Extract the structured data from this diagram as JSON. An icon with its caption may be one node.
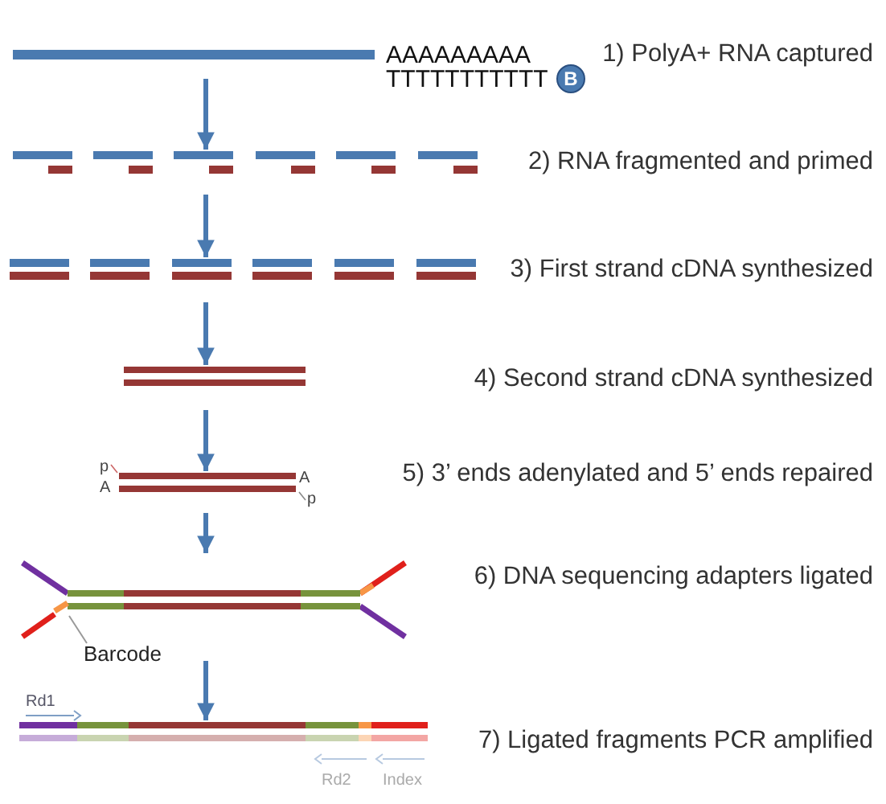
{
  "diagram": {
    "nodes": [
      {
        "text": [],
        "shape": "bar"
      },
      {
        "text": [
          "B"
        ]
      },
      {
        "text": [],
        "shape": "bar"
      },
      {
        "text": [],
        "shape": "bar"
      },
      {
        "text": [],
        "shape": "bar"
      },
      {
        "text": [],
        "shape": "bar",
        "beside": [
          "p",
          "A",
          "A",
          "p"
        ]
      },
      {
        "text": [],
        "shape": "bar"
      },
      {
        "text": [],
        "shape": "bar"
      },
      {
        "text": [
          "Barcode"
        ]
      },
      {
        "text": [],
        "shape": "bar",
        "in": 6
      }
    ],
    "edges": [
      {
        "from": 0,
        "to": 2,
        "arrow": "to"
      },
      {
        "from": 2,
        "to": 3,
        "arrow": "to"
      },
      {
        "from": 3,
        "to": 4,
        "arrow": "to"
      },
      {
        "from": 4,
        "to": 5,
        "arrow": "to"
      },
      {
        "from": 5,
        "to": 6,
        "arrow": "to"
      },
      {
        "from": 6,
        "to": 7,
        "arrow": "to"
      },
      {
        "from": 8,
        "to": 9,
        "arrow": "none"
      }
    ],
    "labels": [
      "AAAAAAAAA",
      "1) PolyA+ RNA captured",
      "TTTTTTTTTTT",
      "2) RNA fragmented and primed",
      "3) First strand cDNA synthesized",
      "4) Second strand cDNA synthesized",
      "5) 3’ ends adenylated and 5’ ends repaired",
      "6) DNA sequencing adapters ligated",
      "Rd1",
      "7) Ligated fragments PCR amplified",
      "Rd2",
      "Index"
    ]
  }
}
